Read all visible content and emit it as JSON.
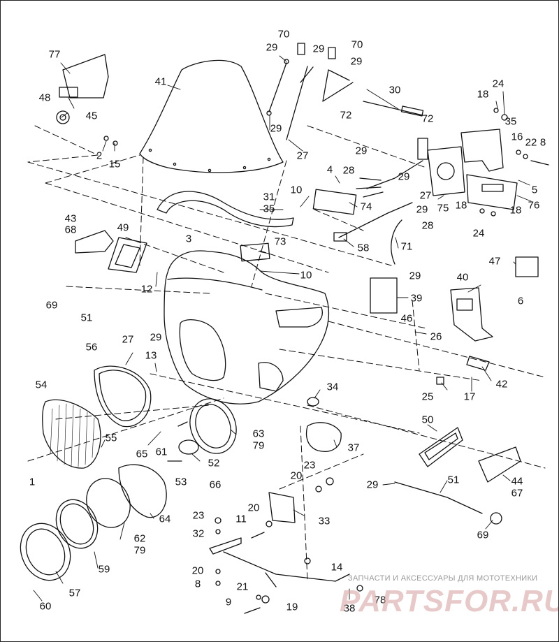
{
  "diagram": {
    "part_numbers": [
      {
        "id": "p70a",
        "text": "70"
      },
      {
        "id": "p70b",
        "text": "70"
      },
      {
        "id": "p77",
        "text": "77"
      },
      {
        "id": "p29a",
        "text": "29"
      },
      {
        "id": "p29b",
        "text": "29"
      },
      {
        "id": "p29c",
        "text": "29"
      },
      {
        "id": "p41",
        "text": "41"
      },
      {
        "id": "p30",
        "text": "30"
      },
      {
        "id": "p18a",
        "text": "18"
      },
      {
        "id": "p24a",
        "text": "24"
      },
      {
        "id": "p48",
        "text": "48"
      },
      {
        "id": "p45",
        "text": "45"
      },
      {
        "id": "p72a",
        "text": "72"
      },
      {
        "id": "p35a",
        "text": "35"
      },
      {
        "id": "p72b",
        "text": "72"
      },
      {
        "id": "p29d",
        "text": "29"
      },
      {
        "id": "p16",
        "text": "16"
      },
      {
        "id": "p22",
        "text": "22"
      },
      {
        "id": "p8a",
        "text": "8"
      },
      {
        "id": "p27a",
        "text": "27"
      },
      {
        "id": "p2",
        "text": "2"
      },
      {
        "id": "p15",
        "text": "15"
      },
      {
        "id": "p29e",
        "text": "29"
      },
      {
        "id": "p4",
        "text": "4"
      },
      {
        "id": "p28a",
        "text": "28"
      },
      {
        "id": "p29f",
        "text": "29"
      },
      {
        "id": "p10a",
        "text": "10"
      },
      {
        "id": "p74",
        "text": "74"
      },
      {
        "id": "p27b",
        "text": "27"
      },
      {
        "id": "p31",
        "text": "31"
      },
      {
        "id": "p35b",
        "text": "35"
      },
      {
        "id": "p29g",
        "text": "29"
      },
      {
        "id": "p75",
        "text": "75"
      },
      {
        "id": "p18b",
        "text": "18"
      },
      {
        "id": "p18c",
        "text": "18"
      },
      {
        "id": "p5",
        "text": "5"
      },
      {
        "id": "p76",
        "text": "76"
      },
      {
        "id": "p24b",
        "text": "24"
      },
      {
        "id": "p43",
        "text": "43"
      },
      {
        "id": "p68",
        "text": "68"
      },
      {
        "id": "p49",
        "text": "49"
      },
      {
        "id": "p28b",
        "text": "28"
      },
      {
        "id": "p3",
        "text": "3"
      },
      {
        "id": "p73",
        "text": "73"
      },
      {
        "id": "p71",
        "text": "71"
      },
      {
        "id": "p58",
        "text": "58"
      },
      {
        "id": "p10b",
        "text": "10"
      },
      {
        "id": "p12",
        "text": "12"
      },
      {
        "id": "p47",
        "text": "47"
      },
      {
        "id": "p29h",
        "text": "29"
      },
      {
        "id": "p40",
        "text": "40"
      },
      {
        "id": "p69a",
        "text": "69"
      },
      {
        "id": "p39",
        "text": "39"
      },
      {
        "id": "p6",
        "text": "6"
      },
      {
        "id": "p51a",
        "text": "51"
      },
      {
        "id": "p46",
        "text": "46"
      },
      {
        "id": "p27c",
        "text": "27"
      },
      {
        "id": "p29i",
        "text": "29"
      },
      {
        "id": "p26",
        "text": "26"
      },
      {
        "id": "p56",
        "text": "56"
      },
      {
        "id": "p13",
        "text": "13"
      },
      {
        "id": "p42",
        "text": "42"
      },
      {
        "id": "p54",
        "text": "54"
      },
      {
        "id": "p34",
        "text": "34"
      },
      {
        "id": "p25",
        "text": "25"
      },
      {
        "id": "p17",
        "text": "17"
      },
      {
        "id": "p55",
        "text": "55"
      },
      {
        "id": "p65",
        "text": "65"
      },
      {
        "id": "p61",
        "text": "61"
      },
      {
        "id": "p63",
        "text": "63"
      },
      {
        "id": "p79a",
        "text": "79"
      },
      {
        "id": "p50",
        "text": "50"
      },
      {
        "id": "p37",
        "text": "37"
      },
      {
        "id": "p52",
        "text": "52"
      },
      {
        "id": "p1",
        "text": "1"
      },
      {
        "id": "p53",
        "text": "53"
      },
      {
        "id": "p66",
        "text": "66"
      },
      {
        "id": "p23a",
        "text": "23"
      },
      {
        "id": "p20a",
        "text": "20"
      },
      {
        "id": "p44",
        "text": "44"
      },
      {
        "id": "p67",
        "text": "67"
      },
      {
        "id": "p29j",
        "text": "29"
      },
      {
        "id": "p51b",
        "text": "51"
      },
      {
        "id": "p64",
        "text": "64"
      },
      {
        "id": "p20b",
        "text": "20"
      },
      {
        "id": "p33",
        "text": "33"
      },
      {
        "id": "p23b",
        "text": "23"
      },
      {
        "id": "p11",
        "text": "11"
      },
      {
        "id": "p32",
        "text": "32"
      },
      {
        "id": "p62",
        "text": "62"
      },
      {
        "id": "p79b",
        "text": "79"
      },
      {
        "id": "p69b",
        "text": "69"
      },
      {
        "id": "p59",
        "text": "59"
      },
      {
        "id": "p14",
        "text": "14"
      },
      {
        "id": "p20c",
        "text": "20"
      },
      {
        "id": "p8b",
        "text": "8"
      },
      {
        "id": "p57",
        "text": "57"
      },
      {
        "id": "p21",
        "text": "21"
      },
      {
        "id": "p78",
        "text": "78"
      },
      {
        "id": "p9",
        "text": "9"
      },
      {
        "id": "p19",
        "text": "19"
      },
      {
        "id": "p38",
        "text": "38"
      },
      {
        "id": "p60",
        "text": "60"
      }
    ]
  },
  "watermark": {
    "caption": "ЗАПЧАСТИ И АКСЕССУАРЫ ДЛЯ МОТОТЕХНИКИ",
    "logo": "PARTSFOR.RU"
  }
}
